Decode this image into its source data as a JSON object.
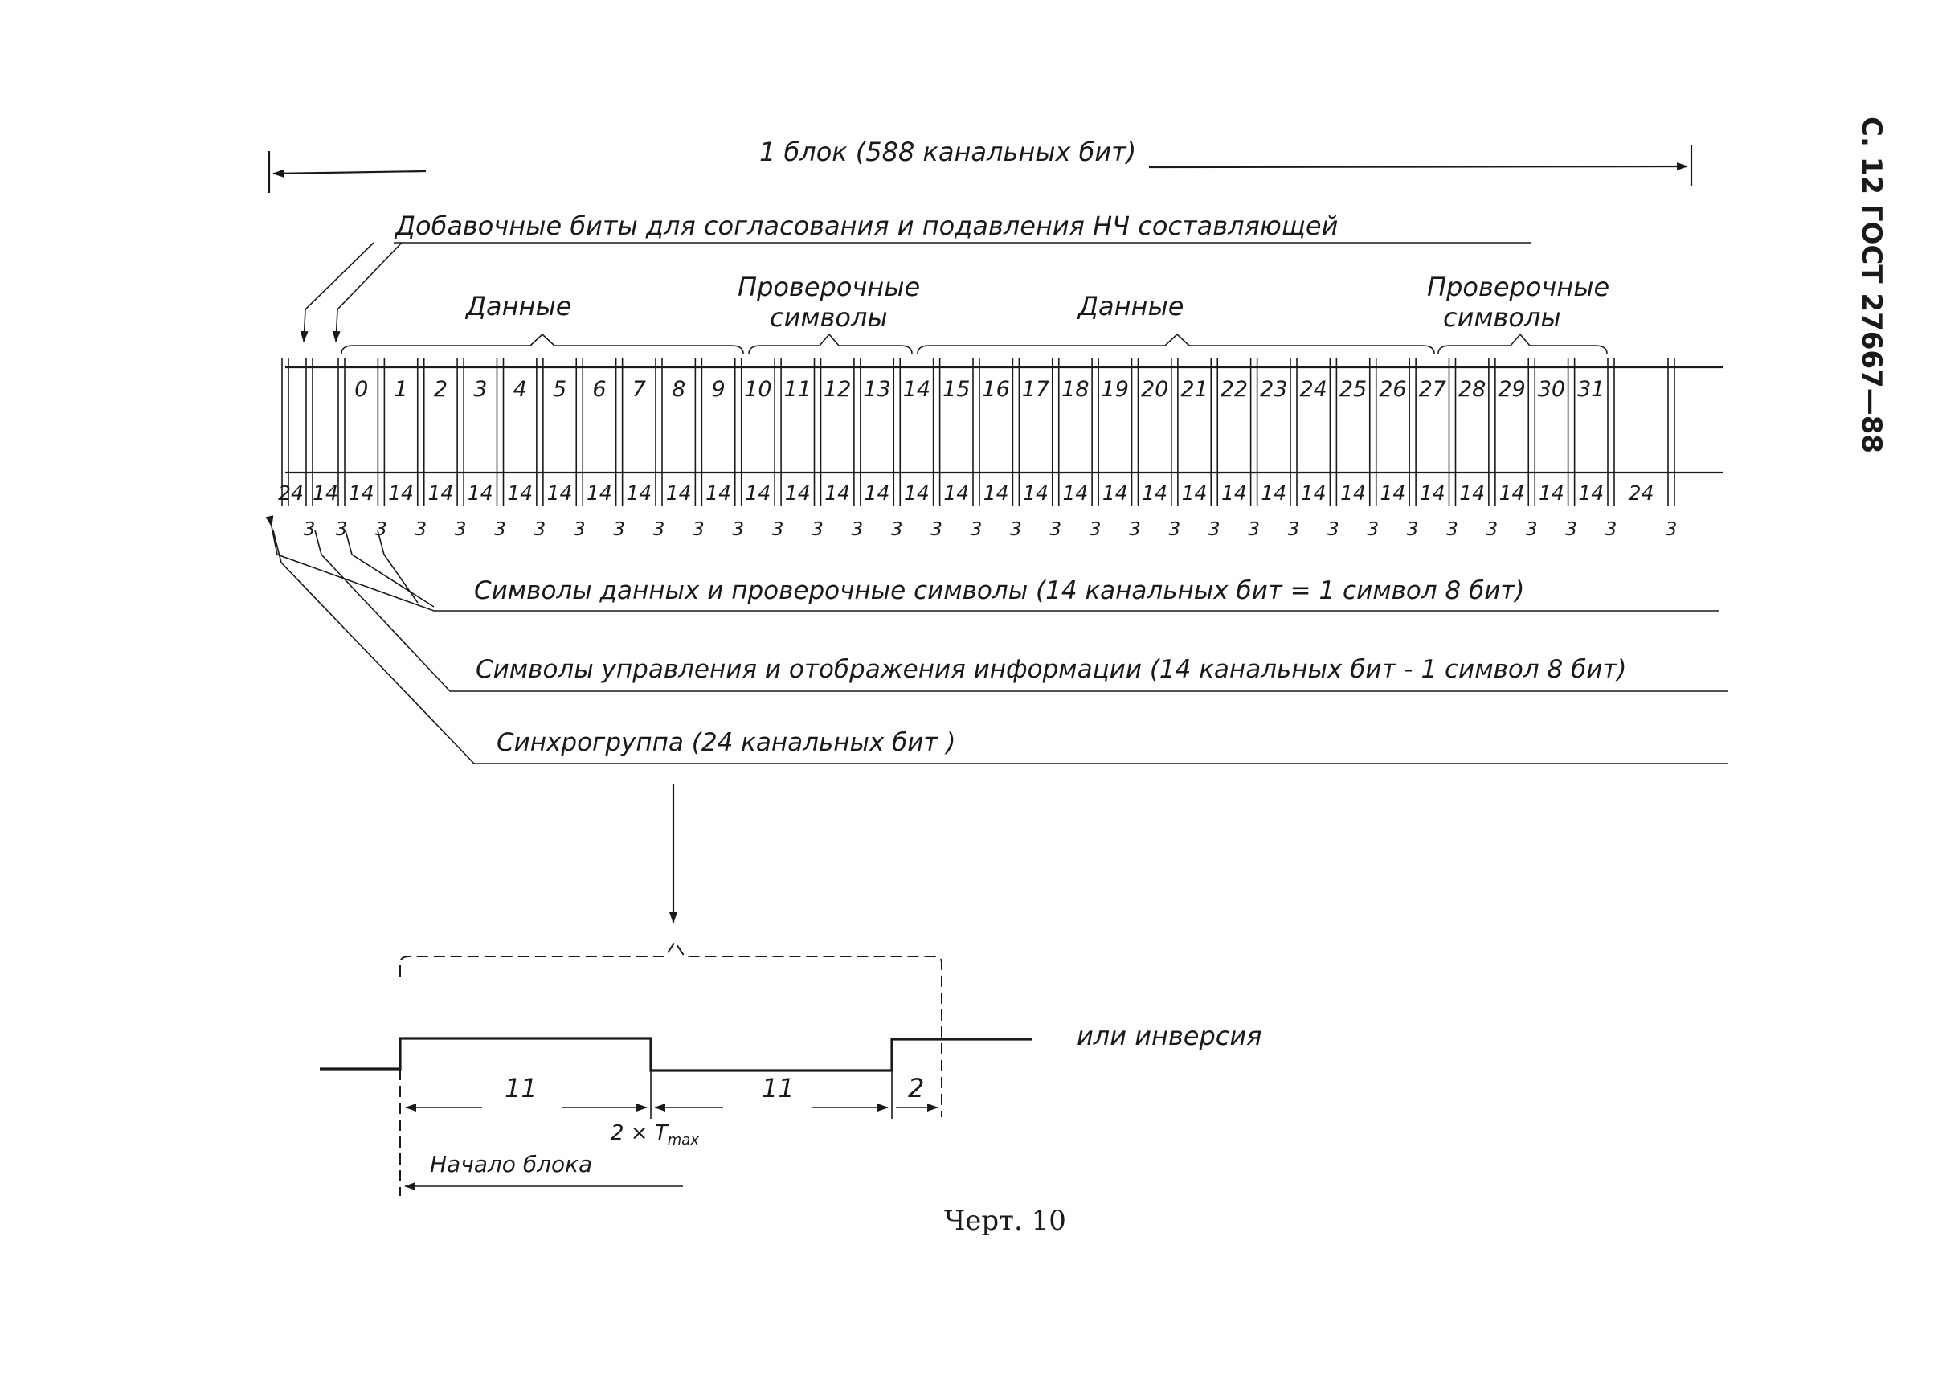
{
  "page_header": "С. 12 ГОСТ 27667—88",
  "block_label": "1 блок (588 канальных бит)",
  "extra_bits_label": "Добавочные биты для согласования и подавления НЧ составляющей",
  "groups": {
    "data1": "Данные",
    "check1_line1": "Проверочные",
    "check1_line2": "символы",
    "data2": "Данные",
    "check2_line1": "Проверочные",
    "check2_line2": "символы"
  },
  "symbol_numbers": [
    "0",
    "1",
    "2",
    "3",
    "4",
    "5",
    "6",
    "7",
    "8",
    "9",
    "10",
    "11",
    "12",
    "13",
    "14",
    "15",
    "16",
    "17",
    "18",
    "19",
    "20",
    "21",
    "22",
    "23",
    "24",
    "25",
    "26",
    "27",
    "28",
    "29",
    "30",
    "31"
  ],
  "channel_bits": {
    "sync": "24",
    "control": "14",
    "symbol": "14",
    "extra": "3"
  },
  "legend": {
    "data_symbols": "Символы данных и проверочные символы (14 канальных бит = 1 символ 8 бит)",
    "control_symbols": "Символы управления и отображения информации (14 канальных бит - 1 символ 8 бит)",
    "sync_group": "Синхрогруппа (24 канальных бит )"
  },
  "waveform": {
    "inversion": "или инверсия",
    "t1": "11",
    "t2": "11",
    "t3": "2",
    "tmax": "2 × T",
    "tmax_sub": "max",
    "block_start": "Начало блока"
  },
  "caption": "Черт. 10"
}
